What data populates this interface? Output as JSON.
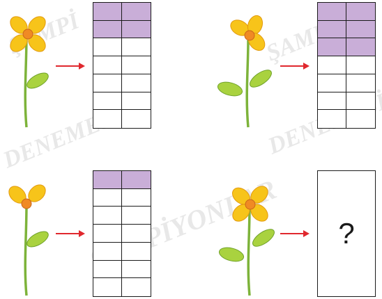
{
  "colors": {
    "filled": "#c9aed8",
    "empty": "#ffffff",
    "arrow": "#e0282e",
    "line": "#1a1a1a"
  },
  "panels": [
    {
      "flower": "flower-icon-4-petals",
      "rows": 7,
      "filled_rows": 2
    },
    {
      "flower": "flower-icon-3-petals",
      "rows": 7,
      "filled_rows": 3
    },
    {
      "flower": "flower-icon-2-petals",
      "rows": 7,
      "filled_rows": 1
    },
    {
      "flower": "flower-icon-4-petals",
      "unknown": true,
      "question": "?"
    }
  ],
  "watermarks": [
    "ŞAMPİYONLAR DENEMESİ",
    "ŞAMPİYONLAR DENEMESİ",
    "DENEMESİ",
    "ŞAMPİYONLAR",
    "ŞAMPİ"
  ]
}
